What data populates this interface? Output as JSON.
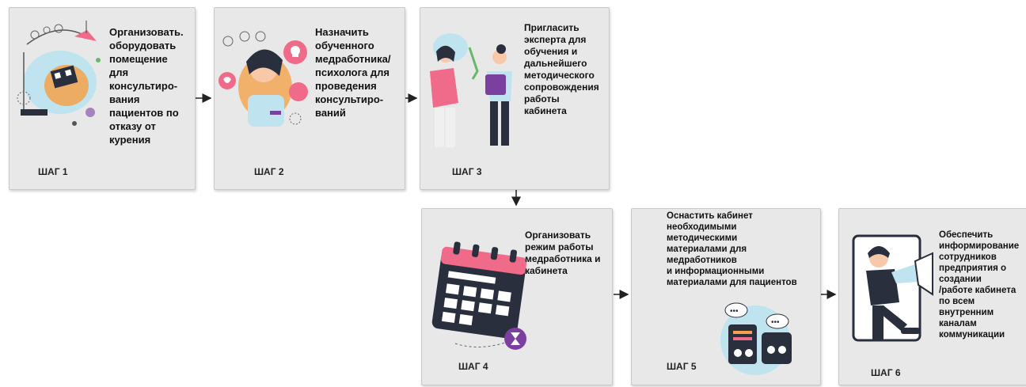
{
  "steps": [
    {
      "label": "ШАГ 1",
      "text": "Организовать.\nоборудовать\nпомещение\nдля\nконсультиро-\nвания\nпациентов по\nотказу от\nкурения"
    },
    {
      "label": "ШАГ 2",
      "text": "Назначить\nобученного\nмедработника/\nпсихолога для\nпроведения\nконсультиро-\nваний"
    },
    {
      "label": "ШАГ 3",
      "text": "Пригласить\nэксперта для\nобучения и\nдальнейшего\nметодического\nсопровождения\nработы\nкабинета"
    },
    {
      "label": "ШАГ 4",
      "text": "Организовать\nрежим работы\nмедработника и\nкабинета"
    },
    {
      "label": "ШАГ 5",
      "text": "Оснастить кабинет\nнеобходимыми\nметодическими\nматериалами для\nмедработников\nи информационными\nматериалами для пациентов"
    },
    {
      "label": "ШАГ 6",
      "text": "Обеспечить\nинформирование\nсотрудников\nпредприятия о\nсоздании\n/работе кабинета\nпо всем\nвнутренним\nканалам\nкоммуникации"
    }
  ],
  "colors": {
    "card_bg": "#e8e8e8",
    "accent_purple": "#7b3fa0",
    "accent_pink": "#f06a8a",
    "accent_teal": "#4fb3c8",
    "accent_orange": "#f3a24b",
    "accent_dark": "#2a2f3d",
    "accent_green": "#68b86a"
  },
  "icons": [
    "room-illustration-icon",
    "medic-illustration-icon",
    "experts-illustration-icon",
    "calendar-icon",
    "materials-illustration-icon",
    "megaphone-person-icon"
  ]
}
